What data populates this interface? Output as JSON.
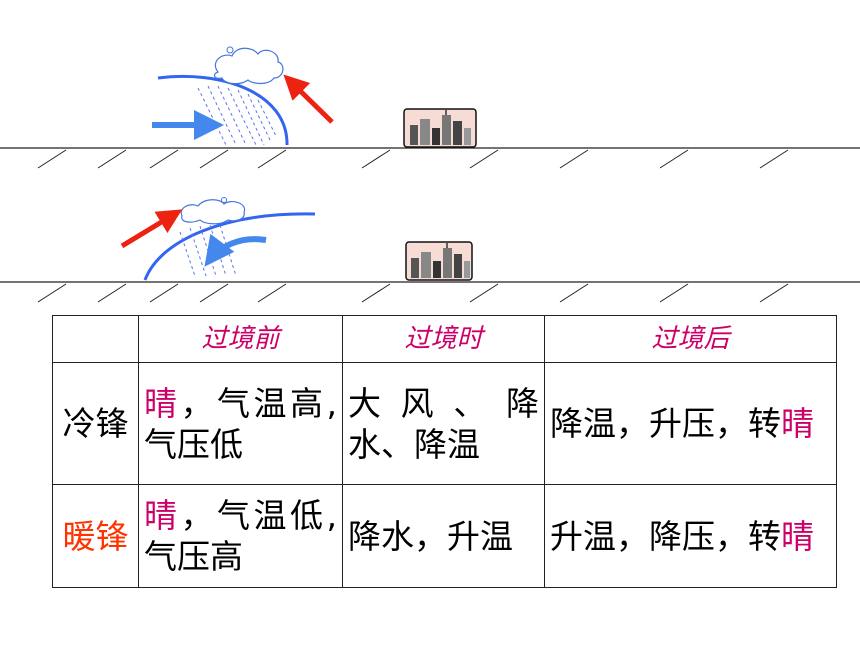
{
  "colors": {
    "header_text": "#cc0066",
    "warm_label": "#ff3300",
    "sunny_highlight": "#cc0066",
    "cold_front_line": "#3366ee",
    "warm_air_arrow": "#ee2211",
    "cold_air_arrow": "#4488ee",
    "rain": "#5577ee"
  },
  "icons": {
    "city": "city-skyline-icon",
    "cloud": "cloud-icon"
  },
  "table": {
    "headers": [
      "过境前",
      "过境时",
      "过境后"
    ],
    "rows": [
      {
        "label": "冷锋",
        "before": [
          "晴",
          "，气温高,气压低"
        ],
        "during": "大风、降水、降温",
        "after": [
          "降温，升压，转",
          "晴"
        ]
      },
      {
        "label": "暖锋",
        "before": [
          "晴",
          "，气温低,气压高"
        ],
        "during": "降水，升温",
        "after": [
          "升温，降压，转",
          "晴"
        ]
      }
    ]
  }
}
